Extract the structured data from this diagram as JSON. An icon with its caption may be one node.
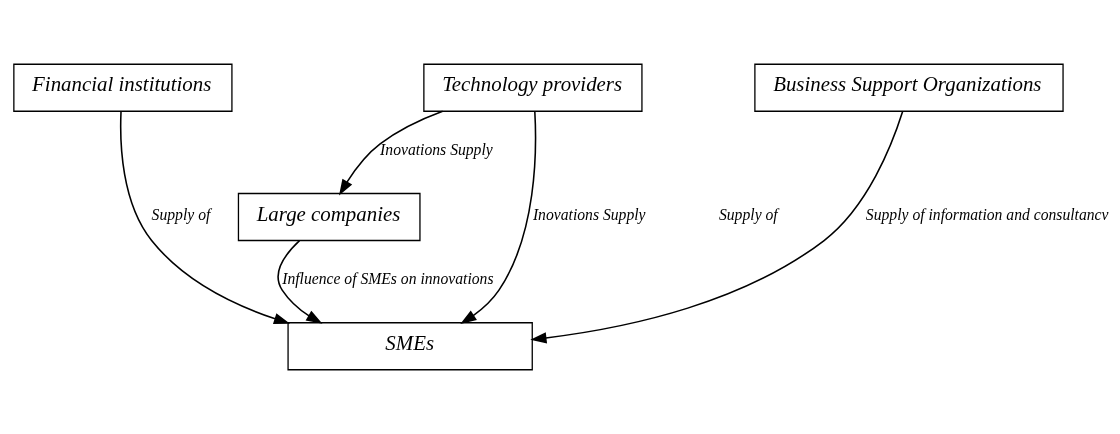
{
  "diagram": {
    "nodes": [
      {
        "text": [
          "Financial institutions"
        ]
      },
      {
        "text": [
          "Technology providers"
        ]
      },
      {
        "text": [
          "Business Support Organizations"
        ]
      },
      {
        "text": [
          "Large companies"
        ]
      },
      {
        "text": [
          "SMEs"
        ]
      }
    ],
    "edges": [
      {
        "from": 0,
        "to": 4,
        "arrow": "to",
        "label": "Supply of"
      },
      {
        "from": 1,
        "to": 4,
        "arrow": "to",
        "label": "Inovations Supply"
      },
      {
        "from": 1,
        "to": 3,
        "arrow": "to",
        "label": "Inovations Supply"
      },
      {
        "from": 2,
        "to": 4,
        "arrow": "to",
        "label": "Supply of information and consultancv"
      },
      {
        "from": 3,
        "to": 4,
        "arrow": "to",
        "label": "Influence of SMEs on innovations"
      }
    ],
    "labels": [
      "Supply of"
    ]
  }
}
